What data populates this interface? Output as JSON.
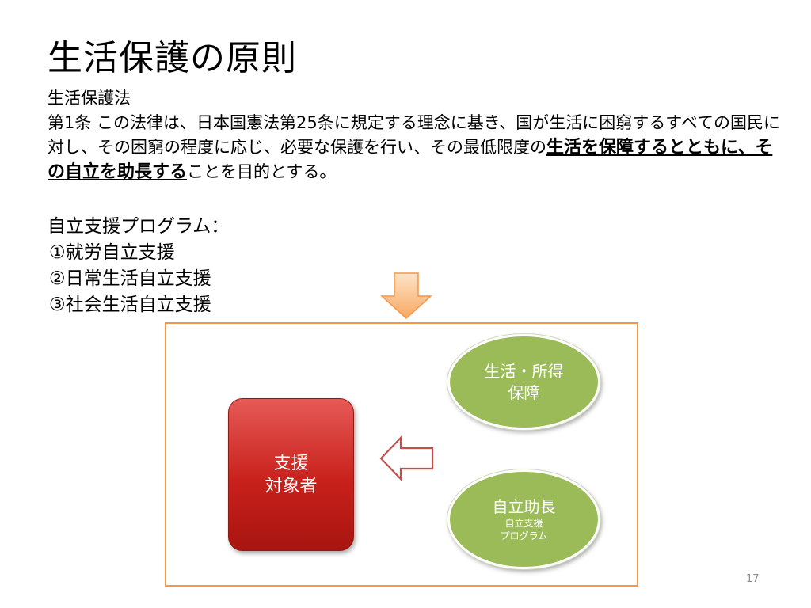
{
  "slide": {
    "title": "生活保護の原則",
    "law_name": "生活保護法",
    "article": {
      "text_before": "第1条  この法律は、日本国憲法第25条に規定する理念に基き、国が生活に困窮するすべての国民に対し、その困窮の程度に応じ、必要な保護を行い、その最低限度の",
      "emphasis": "生活を保障するとともに、その自立を助長する",
      "text_after": "ことを目的とする。"
    },
    "program": {
      "heading": "自立支援プログラム：",
      "items": [
        "①就労自立支援",
        "②日常生活自立支援",
        "③社会生活自立支援"
      ]
    },
    "diagram": {
      "target": {
        "line1": "支援",
        "line2": "対象者"
      },
      "circle_top": {
        "line1": "生活・所得",
        "line2": "保障"
      },
      "circle_bottom": {
        "main": "自立助長",
        "sub1": "自立支援",
        "sub2": "プログラム"
      }
    },
    "page_number": "17"
  },
  "colors": {
    "frame": "#f79646",
    "target_box": "#c0201b",
    "circle": "#9bbb59",
    "arrow_down_fill": "#fbc08d",
    "arrow_left_stroke": "#c0504d"
  },
  "icons": {
    "down_arrow": "down-arrow-icon",
    "left_arrow": "left-arrow-icon"
  }
}
